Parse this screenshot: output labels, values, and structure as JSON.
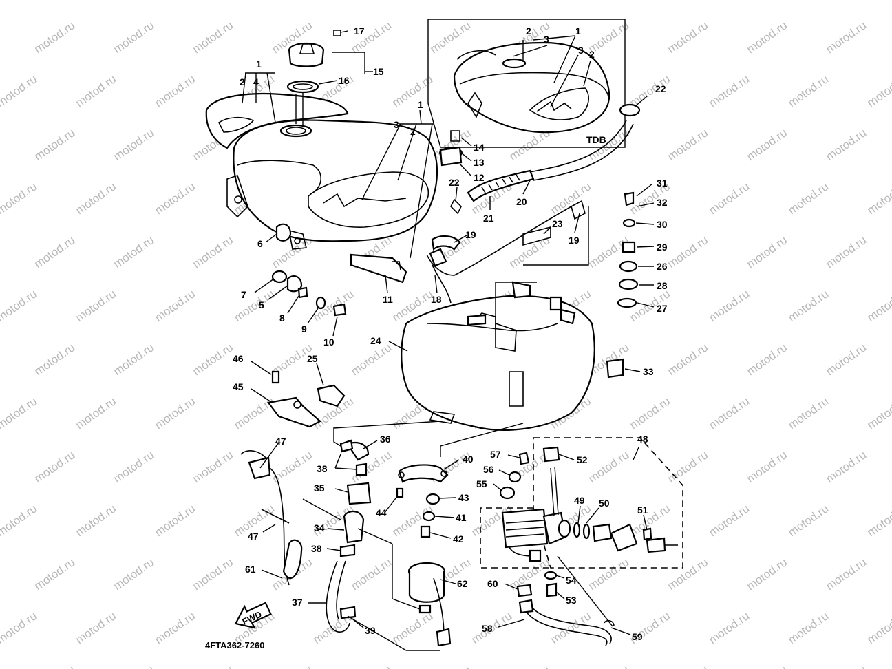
{
  "diagram": {
    "watermark": "motod.ru",
    "part_code": "4FTA362-7260",
    "inset_label": "TDB",
    "fwd_label": "FWD",
    "callouts": [
      {
        "id": "c17",
        "text": "17"
      },
      {
        "id": "c15",
        "text": "15"
      },
      {
        "id": "c16",
        "text": "16"
      },
      {
        "id": "c1a",
        "text": "1"
      },
      {
        "id": "c2a",
        "text": "2"
      },
      {
        "id": "c4",
        "text": "4"
      },
      {
        "id": "c1b",
        "text": "1"
      },
      {
        "id": "c3b",
        "text": "3"
      },
      {
        "id": "c2b",
        "text": "2"
      },
      {
        "id": "c14",
        "text": "14"
      },
      {
        "id": "c13",
        "text": "13"
      },
      {
        "id": "c12",
        "text": "12"
      },
      {
        "id": "c22a",
        "text": "22"
      },
      {
        "id": "c21",
        "text": "21"
      },
      {
        "id": "c20",
        "text": "20"
      },
      {
        "id": "c6",
        "text": "6"
      },
      {
        "id": "c7",
        "text": "7"
      },
      {
        "id": "c5",
        "text": "5"
      },
      {
        "id": "c8",
        "text": "8"
      },
      {
        "id": "c9",
        "text": "9"
      },
      {
        "id": "c10",
        "text": "10"
      },
      {
        "id": "c11",
        "text": "11"
      },
      {
        "id": "c18",
        "text": "18"
      },
      {
        "id": "c19a",
        "text": "19"
      },
      {
        "id": "c23",
        "text": "23"
      },
      {
        "id": "c19b",
        "text": "19"
      },
      {
        "id": "c1c",
        "text": "1"
      },
      {
        "id": "c2c",
        "text": "2"
      },
      {
        "id": "c3c",
        "text": "3"
      },
      {
        "id": "c3d",
        "text": "3"
      },
      {
        "id": "c2d",
        "text": "2"
      },
      {
        "id": "c22b",
        "text": "22"
      },
      {
        "id": "c31",
        "text": "31"
      },
      {
        "id": "c32",
        "text": "32"
      },
      {
        "id": "c30",
        "text": "30"
      },
      {
        "id": "c29",
        "text": "29"
      },
      {
        "id": "c26",
        "text": "26"
      },
      {
        "id": "c28",
        "text": "28"
      },
      {
        "id": "c27",
        "text": "27"
      },
      {
        "id": "c24",
        "text": "24"
      },
      {
        "id": "c33",
        "text": "33"
      },
      {
        "id": "c46",
        "text": "46"
      },
      {
        "id": "c25",
        "text": "25"
      },
      {
        "id": "c45",
        "text": "45"
      },
      {
        "id": "c48",
        "text": "48"
      },
      {
        "id": "c36",
        "text": "36"
      },
      {
        "id": "c47a",
        "text": "47"
      },
      {
        "id": "c38a",
        "text": "38"
      },
      {
        "id": "c40",
        "text": "40"
      },
      {
        "id": "c57",
        "text": "57"
      },
      {
        "id": "c52",
        "text": "52"
      },
      {
        "id": "c35",
        "text": "35"
      },
      {
        "id": "c56",
        "text": "56"
      },
      {
        "id": "c55",
        "text": "55"
      },
      {
        "id": "c43",
        "text": "43"
      },
      {
        "id": "c44",
        "text": "44"
      },
      {
        "id": "c49",
        "text": "49"
      },
      {
        "id": "c50",
        "text": "50"
      },
      {
        "id": "c41",
        "text": "41"
      },
      {
        "id": "c51",
        "text": "51"
      },
      {
        "id": "c34",
        "text": "34"
      },
      {
        "id": "c47b",
        "text": "47"
      },
      {
        "id": "c42",
        "text": "42"
      },
      {
        "id": "c38b",
        "text": "38"
      },
      {
        "id": "c61",
        "text": "61"
      },
      {
        "id": "c54",
        "text": "54"
      },
      {
        "id": "c62",
        "text": "62"
      },
      {
        "id": "c60",
        "text": "60"
      },
      {
        "id": "c53",
        "text": "53"
      },
      {
        "id": "c37",
        "text": "37"
      },
      {
        "id": "c39",
        "text": "39"
      },
      {
        "id": "c58",
        "text": "58"
      },
      {
        "id": "c59",
        "text": "59"
      }
    ]
  }
}
